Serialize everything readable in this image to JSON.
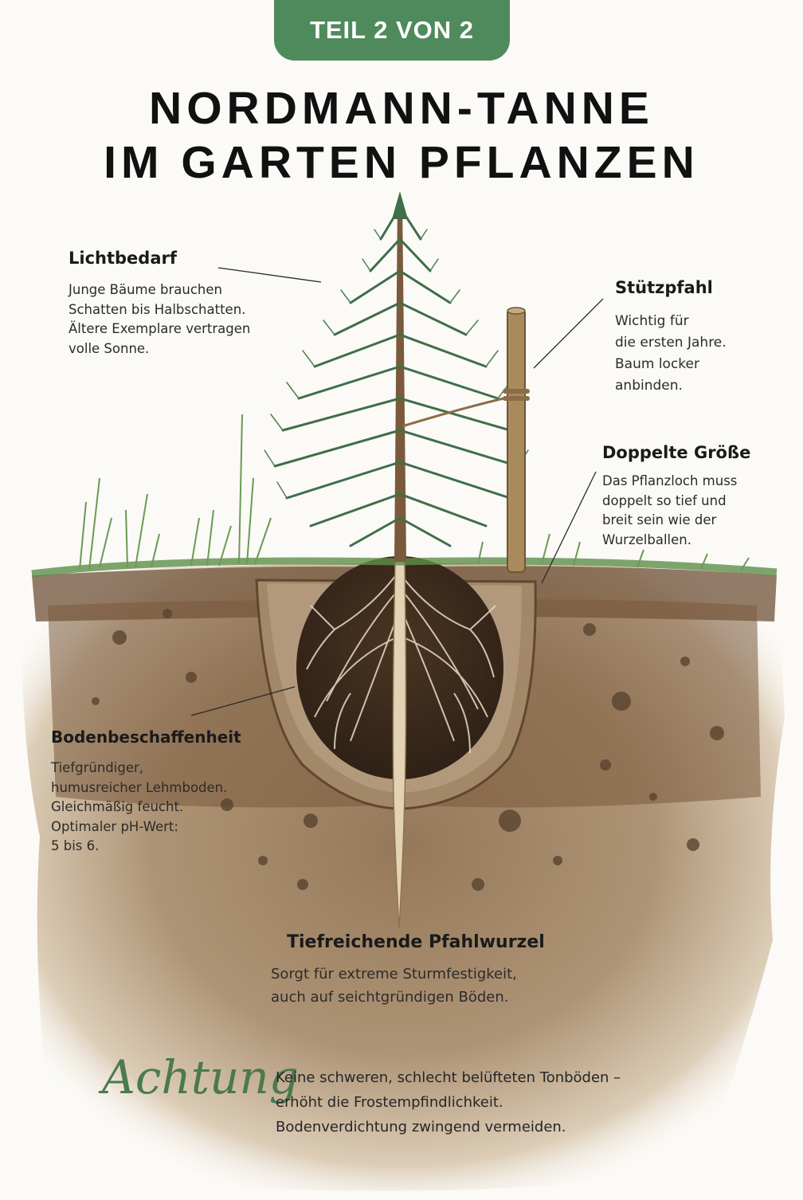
{
  "part_badge": "TEIL 2 VON 2",
  "title": {
    "line1": "NORDMANN-TANNE",
    "line2": "IM GARTEN PFLANZEN"
  },
  "callouts": {
    "light": {
      "label": "Lichtbedarf",
      "lines": [
        "Junge Bäume brauchen",
        "Schatten bis Halbschatten.",
        "Ältere Exemplare vertragen",
        "volle Sonne."
      ]
    },
    "stake": {
      "label": "Stützpfahl",
      "lines": [
        "Wichtig für",
        "die ersten Jahre.",
        "Baum locker",
        "anbinden."
      ]
    },
    "double_size": {
      "label": "Doppelte Größe",
      "lines": [
        "Das Pflanzloch muss",
        "doppelt so tief und",
        "breit sein wie der",
        "Wurzelballen."
      ]
    },
    "soil": {
      "label": "Bodenbeschaffenheit",
      "lines": [
        "Tiefgründiger,",
        "humusreicher Lehmboden.",
        "Gleichmäßig feucht.",
        "Optimaler pH-Wert:",
        "5 bis 6."
      ]
    },
    "taproot": {
      "label": "Tiefreichende Pfahlwurzel",
      "lines": [
        "Sorgt für extreme Sturmfestigkeit,",
        "auch auf seichtgründigen Böden."
      ]
    }
  },
  "warning": {
    "word": "Achtung",
    "lines": [
      "Keine schweren, schlecht belüfteten Tonböden –",
      "erhöht die Frostempfindlichkeit.",
      "Bodenverdichtung zwingend vermeiden."
    ]
  },
  "colors": {
    "accent_green": "#4f8a5c",
    "script_green": "#4a7a4e",
    "soil_brown": "#6b4e34",
    "needle_green": "#3f6e4a",
    "stake_wood": "#a98a5c"
  }
}
